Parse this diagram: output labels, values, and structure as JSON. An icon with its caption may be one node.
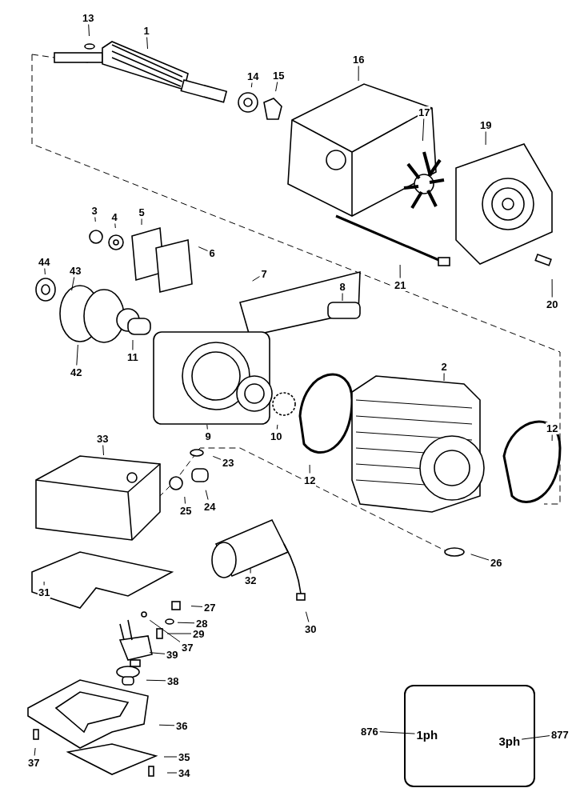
{
  "diagram": {
    "nodes": [
      {
        "text": [
          "13"
        ]
      },
      {
        "text": [
          "1"
        ]
      },
      {
        "text": [
          "14"
        ]
      },
      {
        "text": [
          "15"
        ]
      },
      {
        "text": [
          "16"
        ]
      },
      {
        "text": [
          "17"
        ]
      },
      {
        "text": [
          "19"
        ]
      },
      {
        "text": [
          "3"
        ]
      },
      {
        "text": [
          "4"
        ]
      },
      {
        "text": [
          "5"
        ]
      },
      {
        "text": [
          "6"
        ]
      },
      {
        "text": [
          "44"
        ]
      },
      {
        "text": [
          "43"
        ]
      },
      {
        "text": [
          "7"
        ]
      },
      {
        "text": [
          "8"
        ]
      },
      {
        "text": [
          "21"
        ]
      },
      {
        "text": [
          "20"
        ]
      },
      {
        "text": [
          "42"
        ]
      },
      {
        "text": [
          "11"
        ]
      },
      {
        "text": [
          "9"
        ]
      },
      {
        "text": [
          "10"
        ]
      },
      {
        "text": [
          "12"
        ]
      },
      {
        "text": [
          "2"
        ]
      },
      {
        "text": [
          "12"
        ]
      },
      {
        "text": [
          "33"
        ]
      },
      {
        "text": [
          "23"
        ]
      },
      {
        "text": [
          "24"
        ]
      },
      {
        "text": [
          "25"
        ]
      },
      {
        "text": [
          "26"
        ]
      },
      {
        "text": [
          "31"
        ]
      },
      {
        "text": [
          "32"
        ]
      },
      {
        "text": [
          "30"
        ]
      },
      {
        "text": [
          "27"
        ]
      },
      {
        "text": [
          "28"
        ]
      },
      {
        "text": [
          "29"
        ]
      },
      {
        "text": [
          "39"
        ]
      },
      {
        "text": [
          "37"
        ]
      },
      {
        "text": [
          "38"
        ]
      },
      {
        "text": [
          "36"
        ]
      },
      {
        "text": [
          "37"
        ]
      },
      {
        "text": [
          "35"
        ]
      },
      {
        "text": [
          "34"
        ]
      },
      {
        "text": [],
        "shape": "box"
      },
      {
        "text": [
          "1ph"
        ],
        "in": 42
      },
      {
        "text": [
          "3ph"
        ],
        "in": 42
      },
      {
        "text": [
          "876"
        ]
      },
      {
        "text": [
          "877"
        ]
      }
    ],
    "edges": [
      {
        "from": 0,
        "to": null,
        "arrow": "none"
      },
      {
        "from": 1,
        "to": null,
        "arrow": "none"
      },
      {
        "from": 2,
        "to": null,
        "arrow": "none"
      },
      {
        "from": 3,
        "to": null,
        "arrow": "none"
      },
      {
        "from": 4,
        "to": null,
        "arrow": "none"
      },
      {
        "from": 5,
        "to": null,
        "arrow": "none"
      },
      {
        "from": 6,
        "to": null,
        "arrow": "none"
      },
      {
        "from": 7,
        "to": null,
        "arrow": "none"
      },
      {
        "from": 8,
        "to": null,
        "arrow": "none"
      },
      {
        "from": 9,
        "to": null,
        "arrow": "none"
      },
      {
        "from": 10,
        "to": null,
        "arrow": "none"
      },
      {
        "from": 11,
        "to": null,
        "arrow": "none"
      },
      {
        "from": 12,
        "to": null,
        "arrow": "none"
      },
      {
        "from": 13,
        "to": null,
        "arrow": "none"
      },
      {
        "from": 14,
        "to": null,
        "arrow": "none"
      },
      {
        "from": 15,
        "to": null,
        "arrow": "none"
      },
      {
        "from": 16,
        "to": null,
        "arrow": "none"
      },
      {
        "from": 17,
        "to": null,
        "arrow": "none"
      },
      {
        "from": 18,
        "to": null,
        "arrow": "none"
      },
      {
        "from": 19,
        "to": null,
        "arrow": "none"
      },
      {
        "from": 20,
        "to": null,
        "arrow": "none"
      },
      {
        "from": 21,
        "to": null,
        "arrow": "none"
      },
      {
        "from": 22,
        "to": null,
        "arrow": "none"
      },
      {
        "from": 23,
        "to": null,
        "arrow": "none"
      },
      {
        "from": 24,
        "to": null,
        "arrow": "none"
      },
      {
        "from": 25,
        "to": null,
        "arrow": "none"
      },
      {
        "from": 26,
        "to": null,
        "arrow": "none"
      },
      {
        "from": 27,
        "to": null,
        "arrow": "none"
      },
      {
        "from": 28,
        "to": null,
        "arrow": "none"
      },
      {
        "from": 29,
        "to": null,
        "arrow": "none"
      },
      {
        "from": 30,
        "to": null,
        "arrow": "none"
      },
      {
        "from": 31,
        "to": null,
        "arrow": "none"
      },
      {
        "from": 32,
        "to": null,
        "arrow": "none"
      },
      {
        "from": 33,
        "to": null,
        "arrow": "none"
      },
      {
        "from": 34,
        "to": null,
        "arrow": "none"
      },
      {
        "from": 35,
        "to": null,
        "arrow": "none"
      },
      {
        "from": 36,
        "to": null,
        "arrow": "none"
      },
      {
        "from": 37,
        "to": null,
        "arrow": "none"
      },
      {
        "from": 38,
        "to": null,
        "arrow": "none"
      },
      {
        "from": 39,
        "to": null,
        "arrow": "none"
      },
      {
        "from": 40,
        "to": null,
        "arrow": "none"
      },
      {
        "from": 41,
        "to": null,
        "arrow": "none"
      },
      {
        "from": 45,
        "to": 43,
        "arrow": "none"
      },
      {
        "from": 46,
        "to": 44,
        "arrow": "none"
      }
    ]
  }
}
